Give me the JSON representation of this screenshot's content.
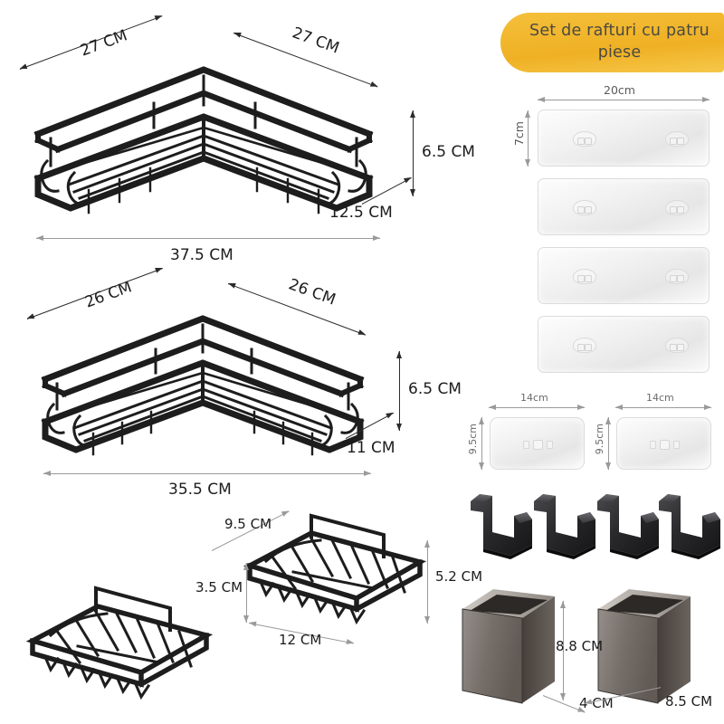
{
  "banner": {
    "text": "Set de rafturi cu patru piese",
    "color": "#efb024",
    "text_color": "#4a4a42"
  },
  "shelf_large": {
    "name": "corner-shelf-large",
    "side_left": "27 CM",
    "side_right": "27 CM",
    "height": "6.5 CM",
    "depth": "12.5 CM",
    "width": "37.5 CM"
  },
  "shelf_small": {
    "name": "corner-shelf-small",
    "side_left": "26 CM",
    "side_right": "26 CM",
    "height": "6.5 CM",
    "depth": "11 CM",
    "width": "35.5 CM"
  },
  "soap_dish": {
    "name": "soap-dish",
    "depth": "9.5 CM",
    "height": "3.5 CM",
    "width": "12 CM",
    "handle_height": "5.2 CM"
  },
  "adhesive_large": {
    "width": "20cm",
    "height": "7cm",
    "count": 4
  },
  "adhesive_small": {
    "left": {
      "width": "14cm",
      "height": "9.5cm"
    },
    "right": {
      "width": "14cm",
      "height": "9.5cm"
    }
  },
  "hooks": {
    "name": "s-hooks",
    "count": 4
  },
  "cups": {
    "name": "toothbrush-holder-cups",
    "count": 2,
    "height": "8.8 CM",
    "depth": "4 CM",
    "width": "8.5 CM"
  },
  "colors": {
    "metal": "#1d1d1d",
    "accent": "#efb024",
    "pad": "#f0f0f0",
    "cup": "#6f6660"
  }
}
